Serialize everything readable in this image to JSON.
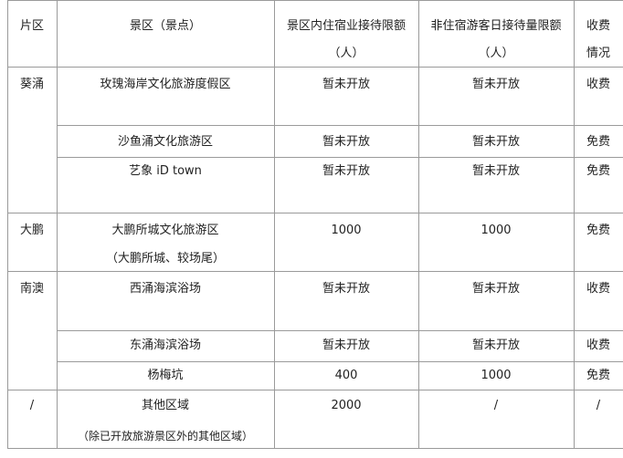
{
  "table": {
    "headers": {
      "area": "片区",
      "scenic": "景区（景点）",
      "lodging_limit_line1": "景区内住宿业接待限额",
      "lodging_limit_line2": "（人）",
      "daily_limit_line1": "非住宿游客日接待量限额",
      "daily_limit_line2": "（人）",
      "fee_line1": "收费",
      "fee_line2": "情况"
    },
    "districts": [
      "葵涌",
      "大鹏",
      "南澳",
      "/"
    ],
    "rows": [
      {
        "scenic": "玫瑰海岸文化旅游度假区",
        "scenic_sub": "",
        "lodging": "暂未开放",
        "daily": "暂未开放",
        "fee": "收费"
      },
      {
        "scenic": "沙鱼涌文化旅游区",
        "scenic_sub": "",
        "lodging": "暂未开放",
        "daily": "暂未开放",
        "fee": "免费"
      },
      {
        "scenic": "艺象 iD town",
        "scenic_sub": "",
        "lodging": "暂未开放",
        "daily": "暂未开放",
        "fee": "免费"
      },
      {
        "scenic": "大鹏所城文化旅游区",
        "scenic_sub": "（大鹏所城、较场尾）",
        "lodging": "1000",
        "daily": "1000",
        "fee": "免费"
      },
      {
        "scenic": "西涌海滨浴场",
        "scenic_sub": "",
        "lodging": "暂未开放",
        "daily": "暂未开放",
        "fee": "收费"
      },
      {
        "scenic": "东涌海滨浴场",
        "scenic_sub": "",
        "lodging": "暂未开放",
        "daily": "暂未开放",
        "fee": "收费"
      },
      {
        "scenic": "杨梅坑",
        "scenic_sub": "",
        "lodging": "400",
        "daily": "1000",
        "fee": "免费"
      },
      {
        "scenic": "其他区域",
        "scenic_sub": "（除已开放旅游景区外的其他区域）",
        "lodging": "2000",
        "daily": "/",
        "fee": "/"
      }
    ]
  },
  "colors": {
    "border": "#9a9a9a",
    "text": "#222222"
  }
}
